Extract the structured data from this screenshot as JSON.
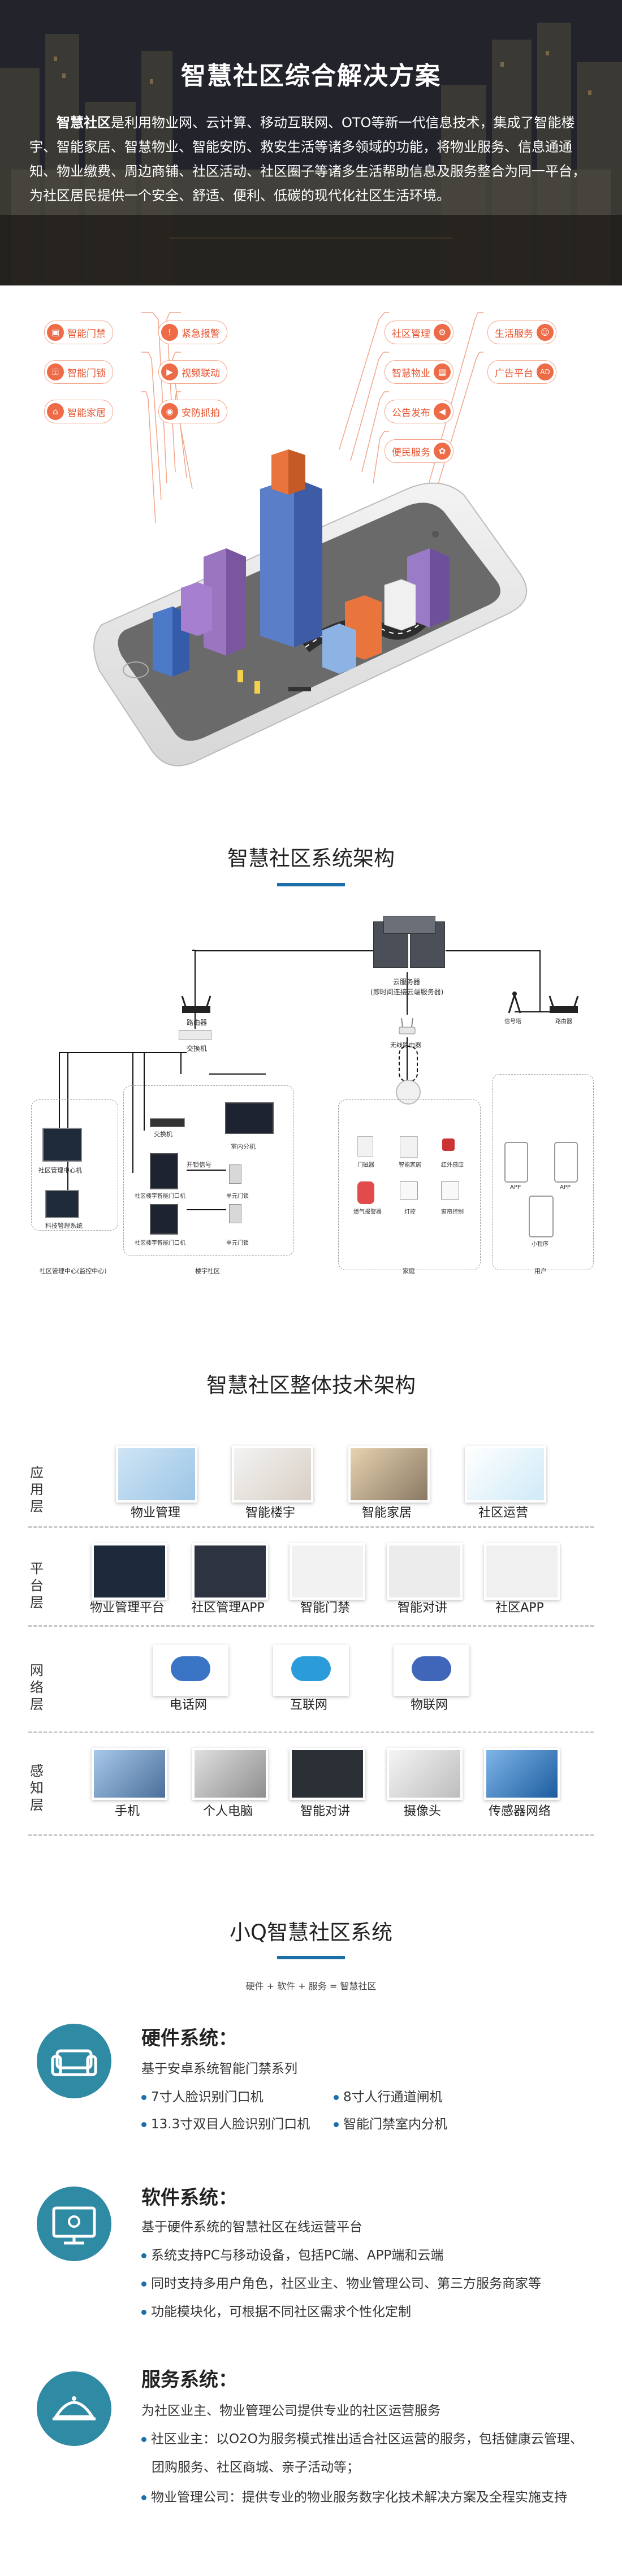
{
  "hero": {
    "title": "智慧社区综合解决方案",
    "desc_lead": "智慧社区",
    "desc_body": "是利用物业网、云计算、移动互联网、OTO等新一代信息技术，集成了智能楼宇、智能家居、智慧物业、智能安防、救安生活等诸多领域的功能，将物业服务、信息通通知、物业缴费、周边商铺、社区活动、社区圈子等诸多生活帮助信息及服务整合为同一平台，为社区居民提供一个安全、舒适、便利、低碳的现代化社区生活环境。"
  },
  "illustration": {
    "left_tags": [
      {
        "label": "智能门禁",
        "icon": "door-icon"
      },
      {
        "label": "智能门锁",
        "icon": "lock-icon"
      },
      {
        "label": "智能家居",
        "icon": "home-icon"
      }
    ],
    "middle_tags": [
      {
        "label": "紧急报警",
        "icon": "alarm-icon"
      },
      {
        "label": "视频联动",
        "icon": "video-icon"
      },
      {
        "label": "安防抓拍",
        "icon": "camera-icon"
      }
    ],
    "center_tags": [
      {
        "label": "社区管理",
        "icon": "settings-icon"
      },
      {
        "label": "智慧物业",
        "icon": "building-icon"
      },
      {
        "label": "公告发布",
        "icon": "speaker-icon"
      },
      {
        "label": "便民服务",
        "icon": "service-icon"
      }
    ],
    "right_tags": [
      {
        "label": "生活服务",
        "icon": "life-icon"
      },
      {
        "label": "广告平台",
        "icon": "ad-icon"
      }
    ]
  },
  "arch": {
    "title": "智慧社区系统架构",
    "cloud_label_1": "云服务器",
    "cloud_label_2": "(即时间连接云端服务器)",
    "router_label": "路由器",
    "switch_label": "交换机",
    "switch2_label": "交换机",
    "left_group": "社区管理中心(监控中心)",
    "left_dev1": "社区管理中心机",
    "left_dev2": "科技管理系统",
    "mid_group": "楼宇社区",
    "mid_dev1": "室内分机",
    "mid_dev2": "开锁信号",
    "mid_dev3": "社区楼宇智能门口机",
    "mid_dev4": "单元门锁",
    "mid_dev5": "社区楼宇智能门口机",
    "mid_dev6": "单元门锁",
    "home_group": "家庭",
    "home_top": "无线路由器",
    "home_items": [
      "门磁器",
      "智能家居",
      "红外感应",
      "燃气报警器",
      "灯控",
      "窗帘控制"
    ],
    "user_group": "用户",
    "user_items": [
      "信号塔",
      "路由器",
      "APP",
      "APP",
      "小程序"
    ]
  },
  "tech": {
    "title": "智慧社区整体技术架构",
    "layers": [
      {
        "label": "应用层",
        "items": [
          "物业管理",
          "智能楼宇",
          "智能家居",
          "社区运营"
        ]
      },
      {
        "label": "平台层",
        "items": [
          "物业管理平台",
          "社区管理APP",
          "智能门禁",
          "智能对讲",
          "社区APP"
        ]
      },
      {
        "label": "网络层",
        "items": [
          "电话网",
          "互联网",
          "物联网"
        ]
      },
      {
        "label": "感知层",
        "items": [
          "手机",
          "个人电脑",
          "智能对讲",
          "摄像头",
          "传感器网络"
        ]
      }
    ]
  },
  "q": {
    "title": "小Q智慧社区系统",
    "subtitle": "硬件 + 软件 + 服务 = 智慧社区",
    "hardware": {
      "head": "硬件系统：",
      "sub": "基于安卓系统智能门禁系列",
      "bullets": [
        "7寸人脸识别门口机",
        "8寸人行通道闸机",
        "13.3寸双目人脸识别门口机",
        "智能门禁室内分机"
      ]
    },
    "software": {
      "head": "软件系统：",
      "sub": "基于硬件系统的智慧社区在线运营平台",
      "bullets": [
        "系统支持PC与移动设备，包括PC端、APP端和云端",
        "同时支持多用户角色，社区业主、物业管理公司、第三方服务商家等",
        "功能模块化，可根据不同社区需求个性化定制"
      ]
    },
    "service": {
      "head": "服务系统：",
      "sub": "为社区业主、物业管理公司提供专业的社区运营服务",
      "bullets": [
        "社区业主：以O2O为服务模式推出适合社区运营的服务，包括健康云管理、",
        "物业管理公司：提供专业的物业服务数字化技术解决方案及全程实施支持"
      ],
      "continuation": "团购服务、社区商城、亲子活动等；"
    }
  }
}
